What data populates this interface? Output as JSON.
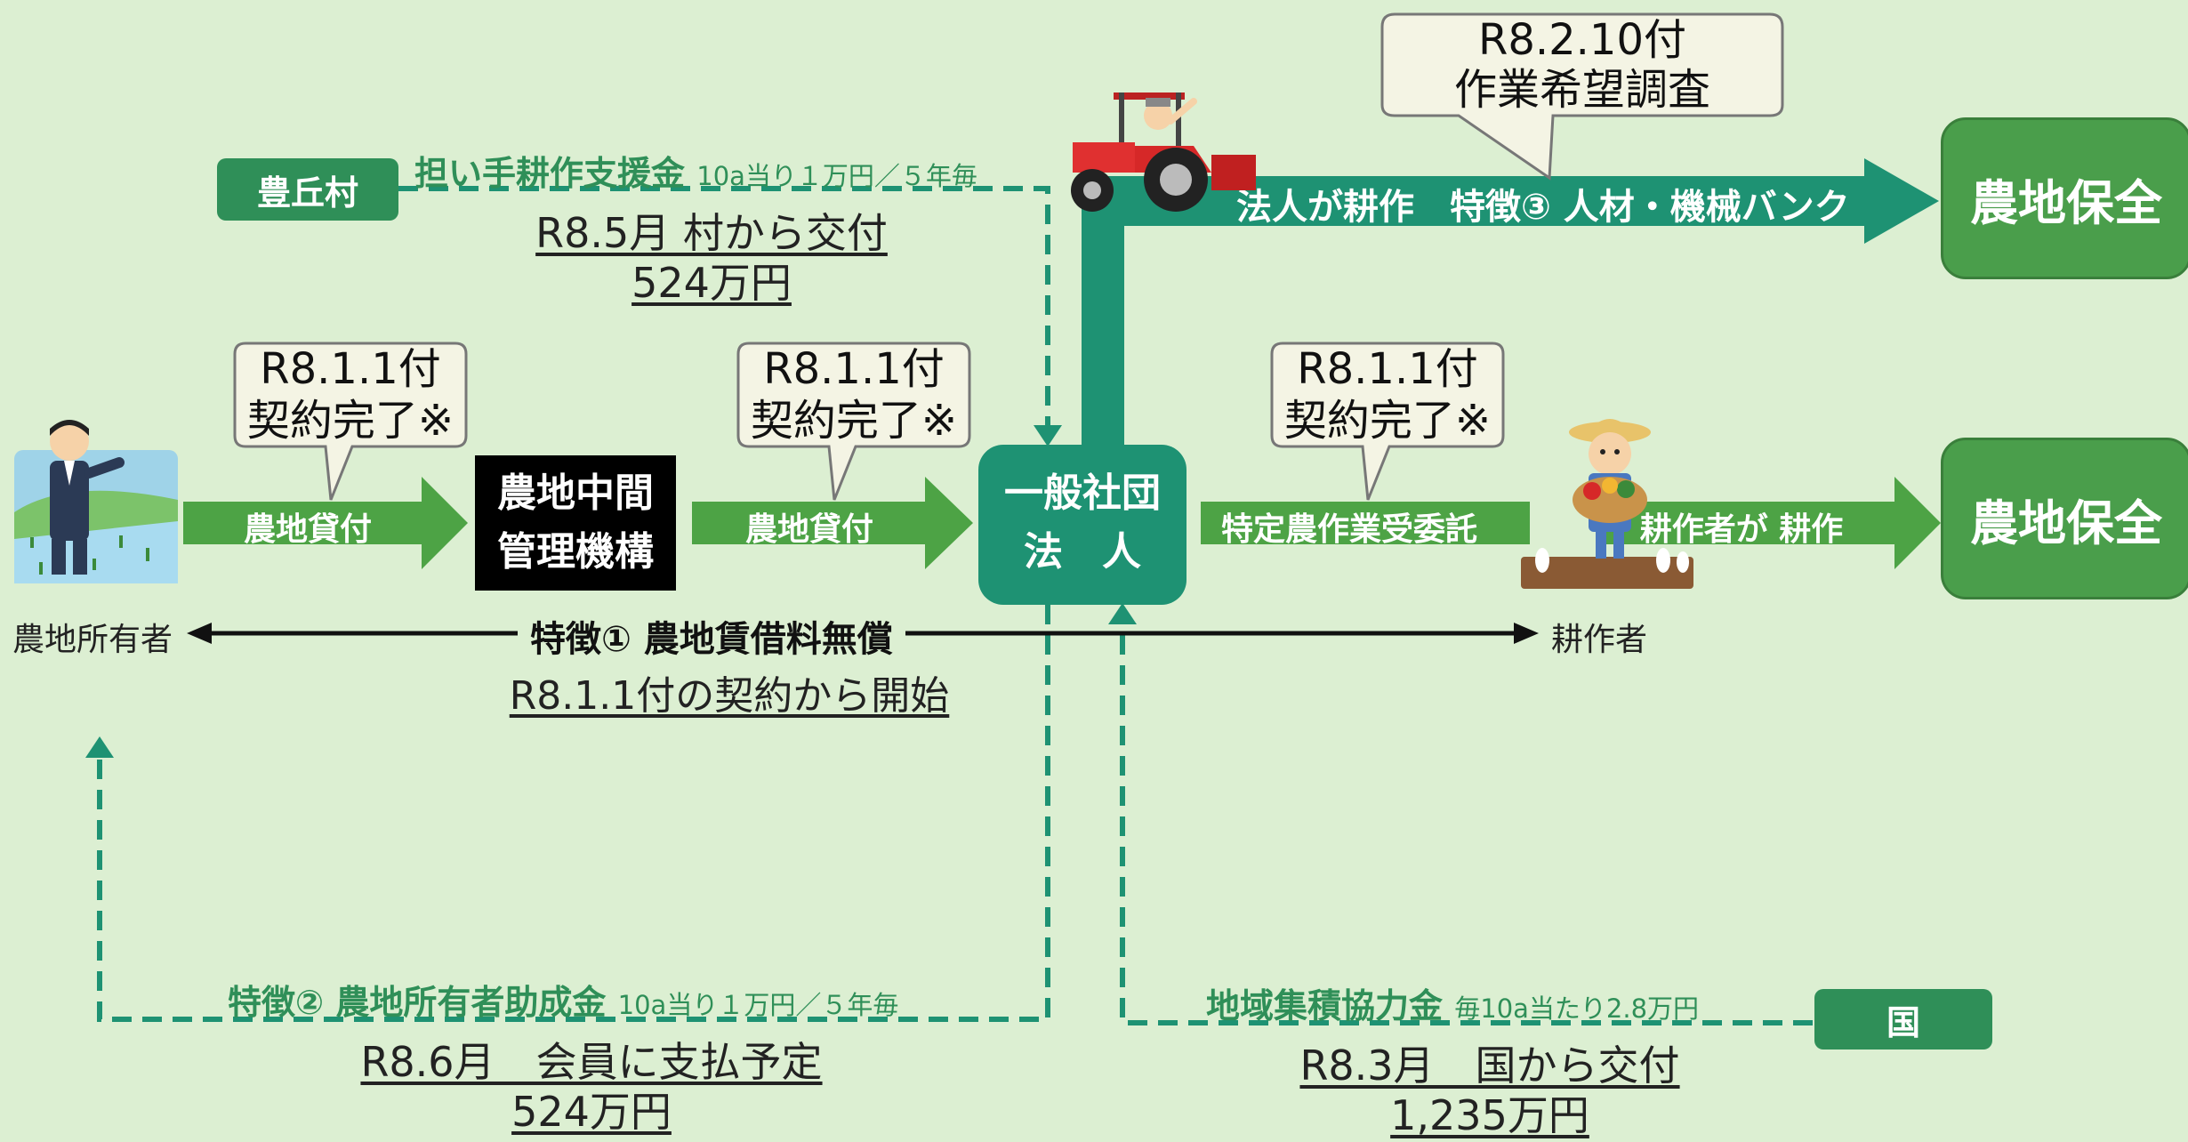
{
  "callouts": {
    "survey": [
      "R8.2.10付",
      "作業希望調査"
    ],
    "contract1": [
      "R8.1.1付",
      "契約完了※"
    ],
    "contract2": [
      "R8.1.1付",
      "契約完了※"
    ],
    "contract3": [
      "R8.1.1付",
      "契約完了※"
    ]
  },
  "nodes": {
    "village": "豊丘村",
    "intermediary_line1": "農地中間",
    "intermediary_line2": "管理機構",
    "corporation_line1": "一般社団",
    "corporation_line2": "法　人",
    "country": "国",
    "conservation_top": "農地保全",
    "conservation_bottom": "農地保全",
    "owner": "農地所有者",
    "farmer": "耕作者"
  },
  "arrows": {
    "lease1": "農地貸付",
    "lease2": "農地貸付",
    "consign": "特定農作業受委託",
    "farmer_cultivate": "耕作者が 耕作",
    "corp_cultivate": "法人が耕作　特徴③ 人材・機械バンク"
  },
  "funds": {
    "support_title": "担い手耕作支援金",
    "support_rate": "10a当り１万円／５年毎",
    "support_date": "R8.5月 村から交付",
    "support_amount": "524万円",
    "owner_title": "特徴② 農地所有者助成金",
    "owner_rate": "10a当り１万円／５年毎",
    "owner_date": "R8.6月　会員に支払予定",
    "owner_amount": "524万円",
    "regional_title": "地域集積協力金",
    "regional_rate": "毎10a当たり2.8万円",
    "regional_date": "R8.3月　国から交付",
    "regional_amount": "1,235万円"
  },
  "feature1": {
    "title": "特徴① 農地賃借料無償",
    "subtitle": "R8.1.1付の契約から開始"
  },
  "colors": {
    "background": "#dcefd2",
    "arrow_green": "#4da345",
    "dark_green": "#1e9273",
    "label_green": "#2f8f58",
    "box_green": "#4a9e4b",
    "callout_fill": "#f4f4e4"
  }
}
